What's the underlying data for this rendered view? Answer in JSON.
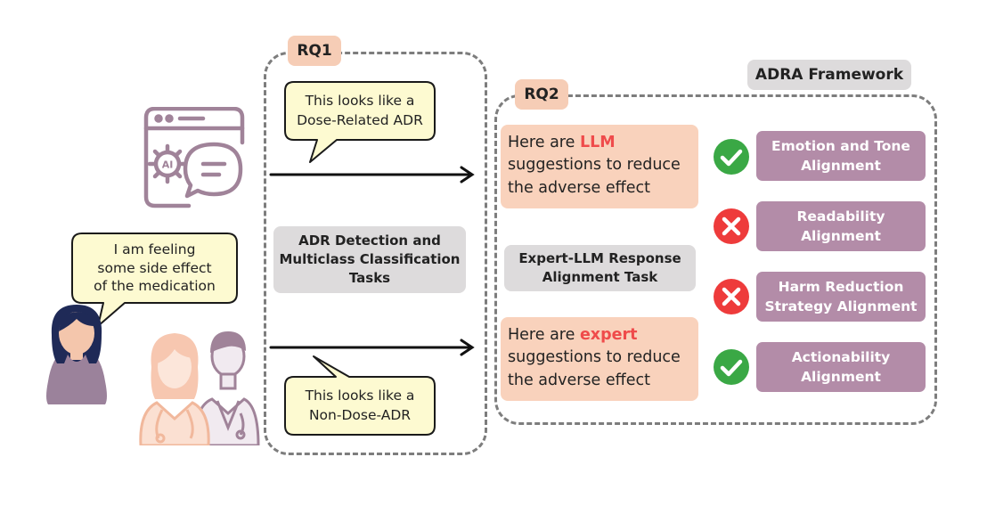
{
  "rq1": {
    "tag": "RQ1"
  },
  "rq2": {
    "tag": "RQ2"
  },
  "framework_label": "ADRA Framework",
  "patient_bubble": {
    "line1": "I am feeling",
    "line2": "some side effect",
    "line3": "of the medication"
  },
  "dose_bubble": {
    "line1": "This looks like a",
    "line2": "Dose-Related ADR"
  },
  "nondose_bubble": {
    "line1": "This looks like a",
    "line2": "Non-Dose-ADR"
  },
  "task1": {
    "line1": "ADR Detection and",
    "line2": "Multiclass Classification",
    "line3": "Tasks"
  },
  "task2": {
    "line1": "Expert-LLM Response",
    "line2": "Alignment Task"
  },
  "llm_suggestion": {
    "pre": "Here are ",
    "highlight": "LLM",
    "line2": "suggestions to reduce",
    "line3": "the adverse effect"
  },
  "expert_suggestion": {
    "pre": "Here are ",
    "highlight": "expert",
    "line2": "suggestions to reduce",
    "line3": "the adverse effect"
  },
  "alignments": [
    {
      "line1": "Emotion and Tone",
      "line2": "Alignment",
      "status": "check",
      "color": "#3aa845"
    },
    {
      "line1": "Readability",
      "line2": "Alignment",
      "status": "cross",
      "color": "#ee3b3b"
    },
    {
      "line1": "Harm Reduction",
      "line2": "Strategy Alignment",
      "status": "cross",
      "color": "#ee3b3b"
    },
    {
      "line1": "Actionability",
      "line2": "Alignment",
      "status": "check",
      "color": "#3aa845"
    }
  ],
  "icons": {
    "ai_window": "ai-chat-window-icon",
    "patient": "patient-icon",
    "experts": "medical-experts-icon"
  },
  "colors": {
    "accent_purple": "#b38ca8",
    "bubble_fill": "#fdfad1",
    "suggestion_fill": "#f9d2bc",
    "tag_fill": "#f6cdb6",
    "highlight": "#ef4b4b"
  }
}
